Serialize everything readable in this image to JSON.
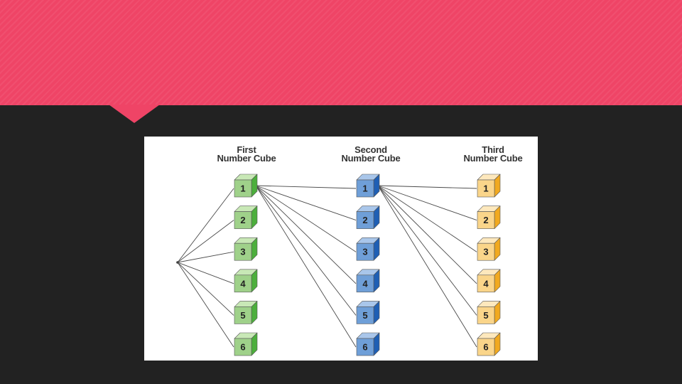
{
  "slide": {
    "banner_color": "#ef4466",
    "background_color": "#222222"
  },
  "diagram": {
    "root_label": "",
    "columns": [
      {
        "title_line1": "First",
        "title_line2": "Number Cube",
        "face_color": "#9fd18a",
        "top_color": "#c8e8b6",
        "side_color": "#4caf3c",
        "labels": [
          "1",
          "2",
          "3",
          "4",
          "5",
          "6"
        ],
        "branches_from": "root"
      },
      {
        "title_line1": "Second",
        "title_line2": "Number Cube",
        "face_color": "#6f9fd8",
        "top_color": "#a9c6ea",
        "side_color": "#1f5fb4",
        "labels": [
          "1",
          "2",
          "3",
          "4",
          "5",
          "6"
        ],
        "branches_from": "first-cube-1"
      },
      {
        "title_line1": "Third",
        "title_line2": "Number Cube",
        "face_color": "#fad58a",
        "top_color": "#fde8bd",
        "side_color": "#f1a920",
        "labels": [
          "1",
          "2",
          "3",
          "4",
          "5",
          "6"
        ],
        "branches_from": "second-cube-1"
      }
    ]
  }
}
